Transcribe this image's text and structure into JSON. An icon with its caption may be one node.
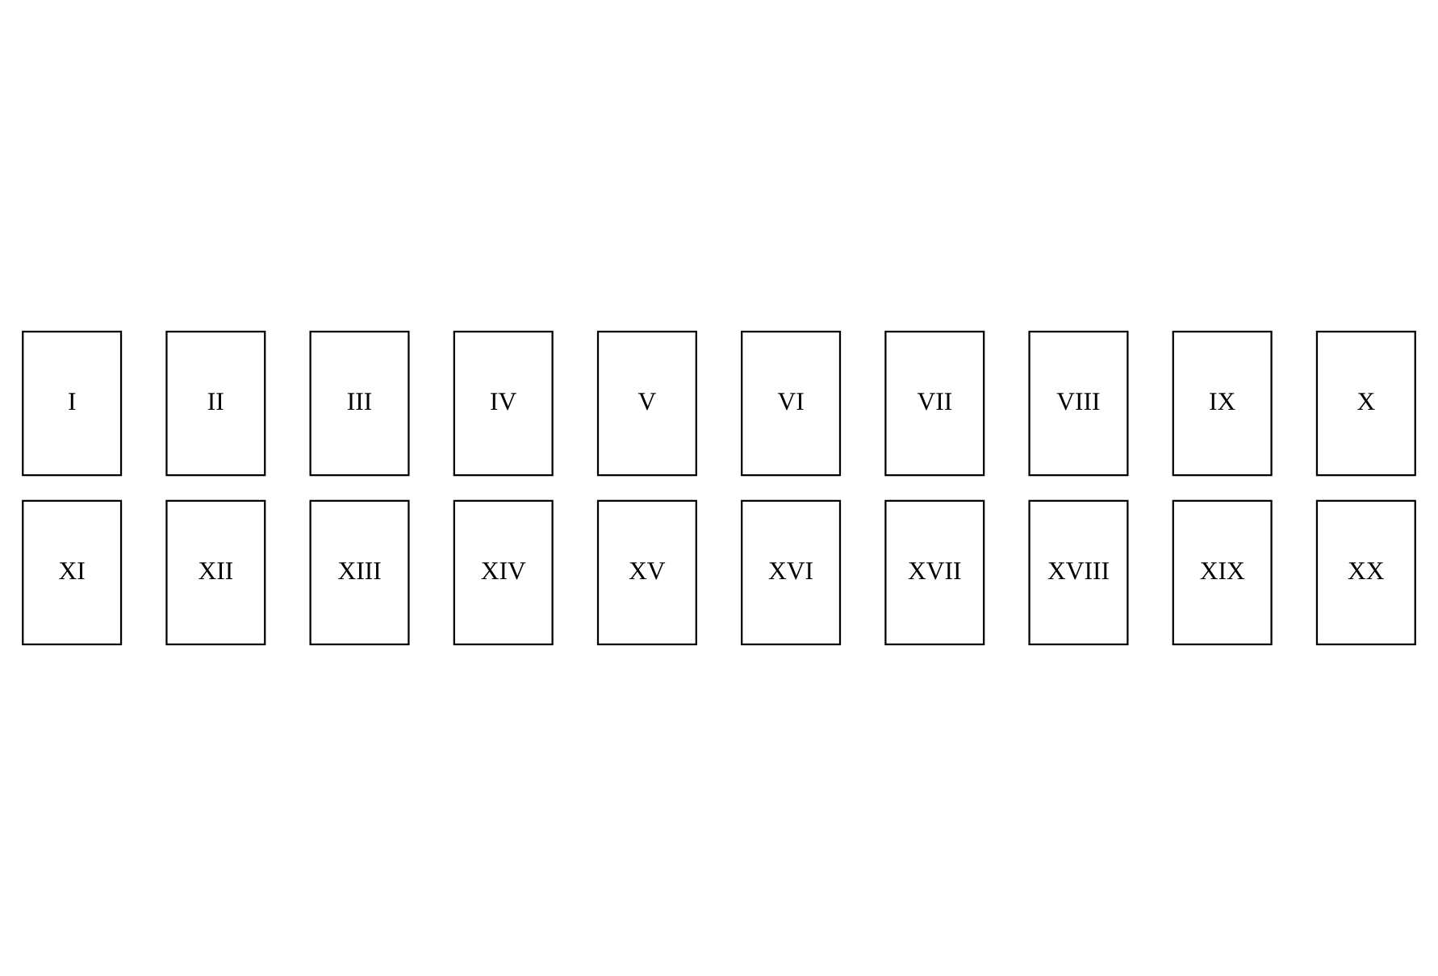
{
  "diagram": {
    "nodes": [
      {
        "text": [
          "I"
        ]
      },
      {
        "text": [
          "II"
        ]
      },
      {
        "text": [
          "III"
        ]
      },
      {
        "text": [
          "IV"
        ]
      },
      {
        "text": [
          "V"
        ]
      },
      {
        "text": [
          "VI"
        ]
      },
      {
        "text": [
          "VII"
        ]
      },
      {
        "text": [
          "VIII"
        ]
      },
      {
        "text": [
          "IX"
        ]
      },
      {
        "text": [
          "X"
        ]
      },
      {
        "text": [
          "XI"
        ]
      },
      {
        "text": [
          "XII"
        ]
      },
      {
        "text": [
          "XIII"
        ]
      },
      {
        "text": [
          "XIV"
        ]
      },
      {
        "text": [
          "XV"
        ]
      },
      {
        "text": [
          "XVI"
        ]
      },
      {
        "text": [
          "XVII"
        ]
      },
      {
        "text": [
          "XVIII"
        ]
      },
      {
        "text": [
          "XIX"
        ]
      },
      {
        "text": [
          "XX"
        ]
      }
    ],
    "edges": []
  }
}
